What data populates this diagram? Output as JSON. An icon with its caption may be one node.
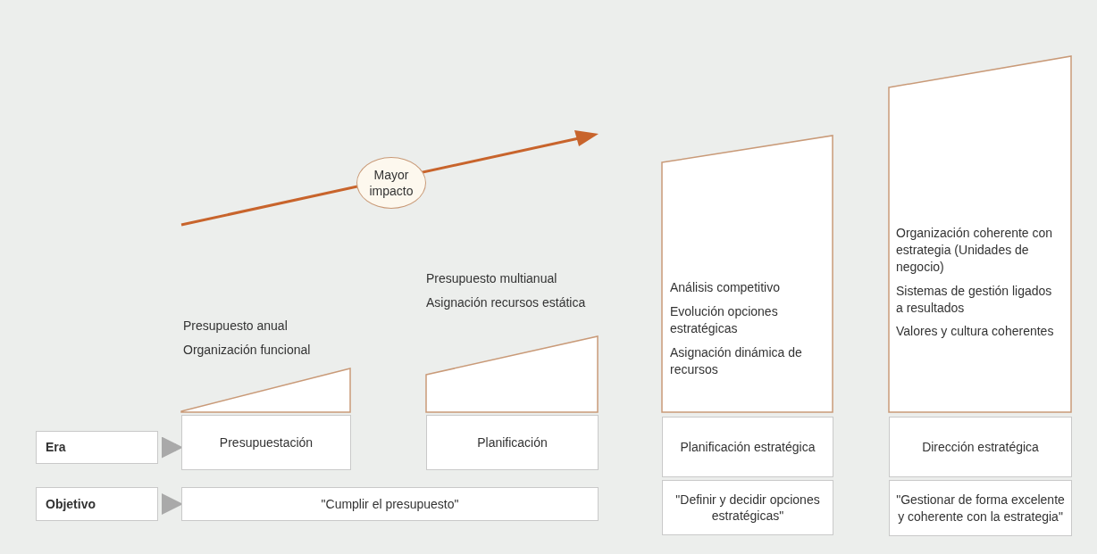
{
  "diagram": {
    "nodes": [
      {
        "text": [
          "Mayor impacto"
        ]
      },
      {
        "text": [
          "Presupuesto anual",
          "Organización funcional"
        ]
      },
      {
        "text": [
          "Presupuesto multianual",
          "Asignación recursos estática"
        ]
      },
      {
        "text": [
          "Análisis competitivo",
          "Evolución opciones estratégicas",
          "Asignación dinámica de recursos"
        ]
      },
      {
        "text": [
          "Organización coherente con estrategia (Unidades de negocio)",
          "Sistemas de gestión ligados a resultados",
          "Valores y cultura coherentes"
        ]
      },
      {
        "text": [
          "Era"
        ]
      },
      {
        "text": [
          "Presupuestación"
        ]
      },
      {
        "text": [
          "Planificación"
        ]
      },
      {
        "text": [
          "Planificación estratégica"
        ]
      },
      {
        "text": [
          "Dirección estratégica"
        ]
      },
      {
        "text": [
          "Objetivo"
        ]
      },
      {
        "text": [
          "\"Cumplir el presupuesto\""
        ]
      },
      {
        "text": [
          "\"Definir y decidir opciones estratégicas\""
        ]
      },
      {
        "text": [
          "\"Gestionar de forma excelente y coherente con la estrategia\""
        ]
      }
    ],
    "edges": [
      {
        "from": 5,
        "to": 6,
        "arrow": "to"
      },
      {
        "from": 10,
        "to": 11,
        "arrow": "to"
      }
    ]
  }
}
